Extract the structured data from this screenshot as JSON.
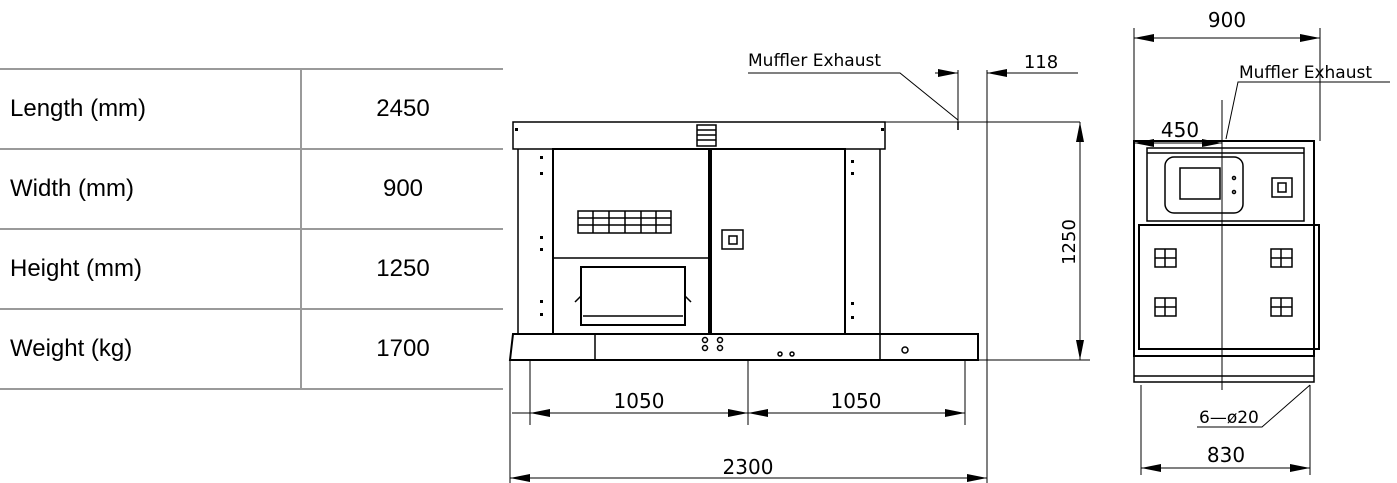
{
  "specs": {
    "rows": [
      {
        "label": "Length (mm)",
        "value": "2450"
      },
      {
        "label": "Width (mm)",
        "value": "900"
      },
      {
        "label": "Height (mm)",
        "value": "1250"
      },
      {
        "label": "Weight (kg)",
        "value": "1700"
      }
    ]
  },
  "front_view": {
    "muffler_label": "Muffler Exhaust",
    "offset_118": "118",
    "height_1250": "1250",
    "span_left": "1050",
    "span_right": "1050",
    "total_2300": "2300"
  },
  "side_view": {
    "width_900": "900",
    "offset_450": "450",
    "muffler_label": "Muffler Exhaust",
    "holes": "6—ø20",
    "base_830": "830"
  },
  "colors": {
    "line": "#000000",
    "table_rule": "#9a9a9a"
  }
}
